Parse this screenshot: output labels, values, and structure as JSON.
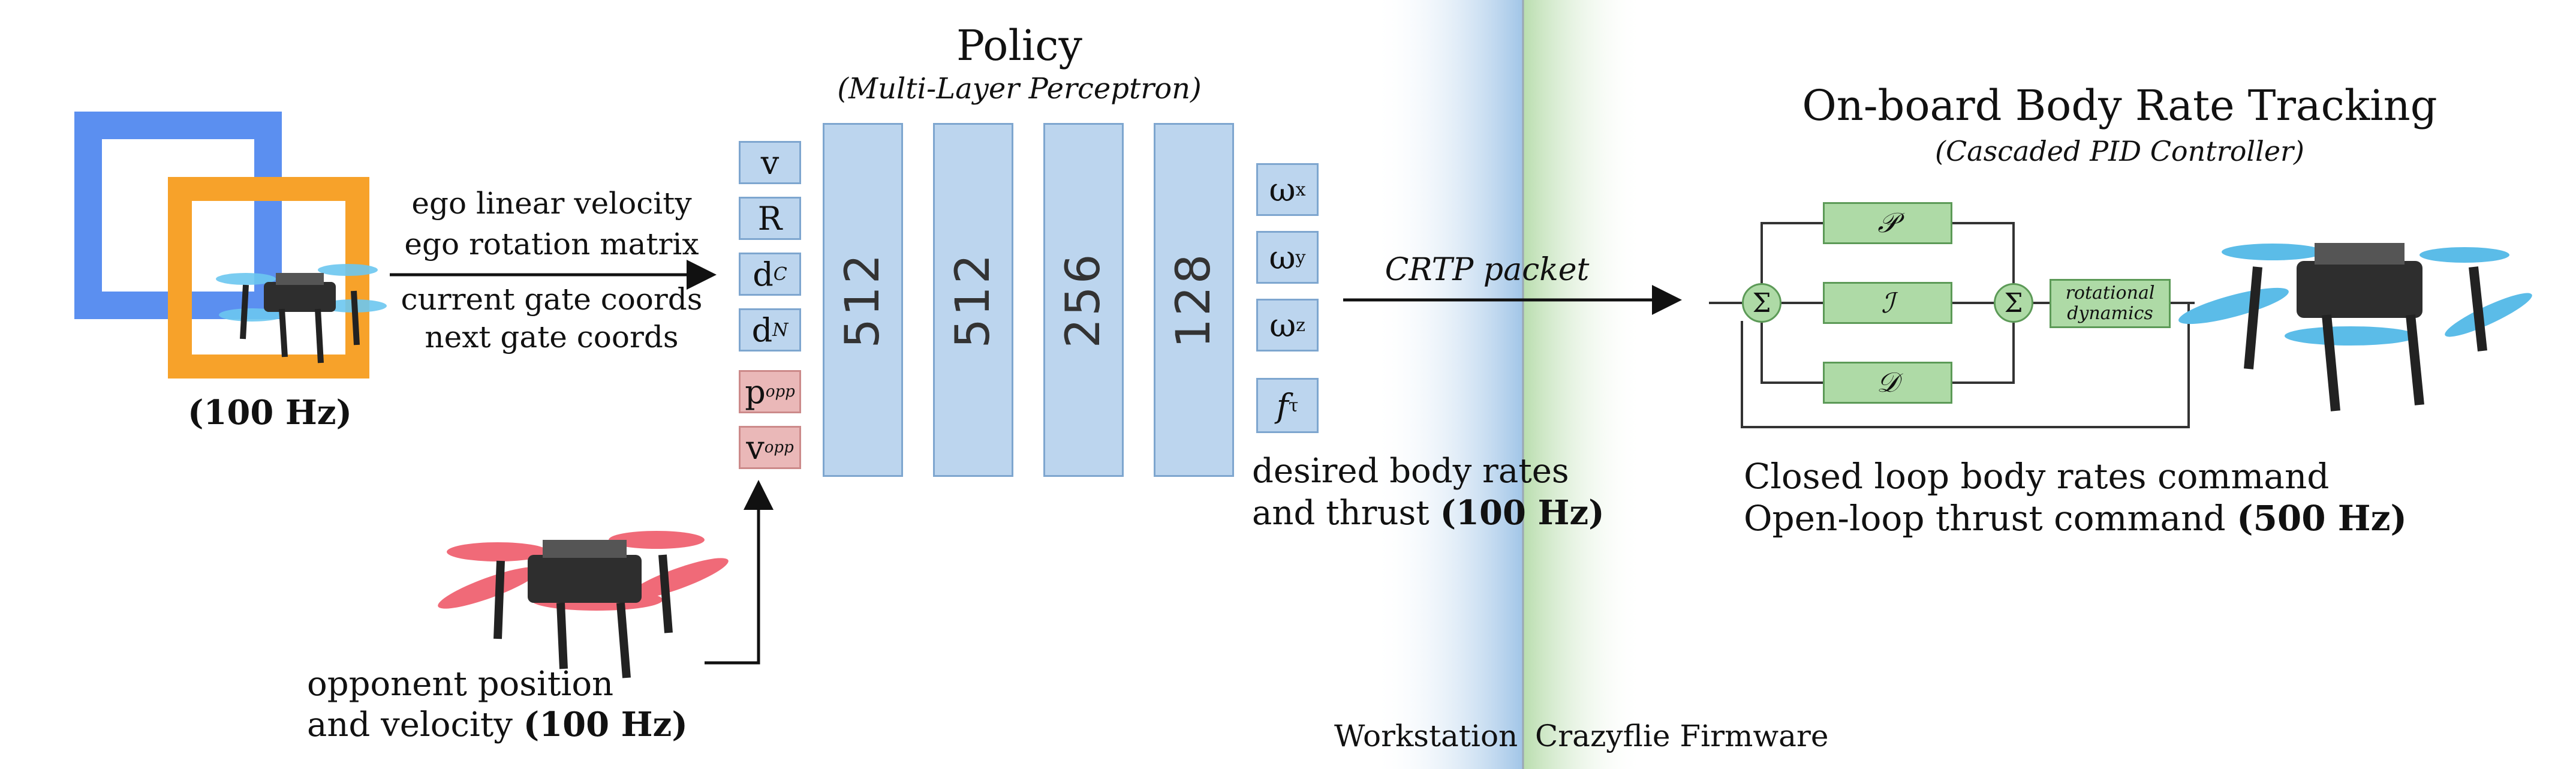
{
  "policy": {
    "title": "Policy",
    "subtitle": "(Multi-Layer Perceptron)",
    "inputs": [
      {
        "main": "v",
        "sub": ""
      },
      {
        "main": "R",
        "sub": ""
      },
      {
        "main": "d",
        "sub": "C"
      },
      {
        "main": "d",
        "sub": "N"
      },
      {
        "main": "p",
        "sub": "opp"
      },
      {
        "main": "v",
        "sub": "opp"
      }
    ],
    "layers": [
      "512",
      "512",
      "256",
      "128"
    ],
    "outputs": [
      {
        "main": "ω",
        "sub": "x"
      },
      {
        "main": "ω",
        "sub": "y"
      },
      {
        "main": "ω",
        "sub": "z"
      },
      {
        "main": "f",
        "sub": "τ"
      }
    ]
  },
  "left_inputs": {
    "line1": "ego linear velocity",
    "line2": "ego rotation matrix",
    "line3": "current gate coords",
    "line4": "next gate coords",
    "rate": "(100 Hz)"
  },
  "opponent": {
    "line1": "opponent position",
    "line2_prefix": "and velocity ",
    "line2_bold": "(100 Hz)"
  },
  "outputs_label": {
    "line1": "desired body rates",
    "line2_prefix": "and thrust ",
    "line2_bold": "(100 Hz)"
  },
  "link": {
    "label": "CRTP packet"
  },
  "regions": {
    "left": "Workstation",
    "right": "Crazyflie Firmware"
  },
  "onboard": {
    "title": "On-board Body Rate Tracking",
    "subtitle": "(Cascaded PID Controller)",
    "p": "𝒫",
    "i": "ℐ",
    "d": "𝒟",
    "sum": "Σ",
    "dynamics_line1": "rotational",
    "dynamics_line2": "dynamics",
    "cmd_line1": "Closed loop body rates command",
    "cmd_line2_prefix": "Open-loop thrust command ",
    "cmd_line2_bold": "(500 Hz)"
  },
  "colors": {
    "gate_blue": "#5b8ff0",
    "gate_orange": "#f7a22a",
    "policy_blue": "#bcd5ee",
    "opp_red": "#eab8b8",
    "pid_green": "#aedaa6"
  }
}
